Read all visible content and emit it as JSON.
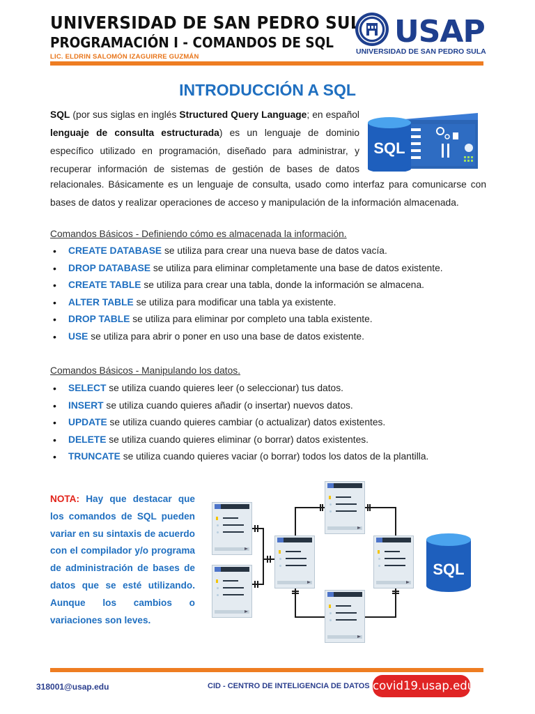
{
  "header": {
    "university": "UNIVERSIDAD DE SAN PEDRO SULA",
    "course": "PROGRAMACIÓN I - COMANDOS DE SQL",
    "author": "LIC. ELDRIN SALOMÓN IZAGUIRRE GUZMÁN",
    "logo_text": "USAP",
    "logo_subtitle": "UNIVERSIDAD DE SAN PEDRO SULA"
  },
  "title": "INTRODUCCIÓN A SQL",
  "intro": {
    "sql": "SQL",
    "p1": " (por sus siglas en inglés ",
    "structured": "Structured Query Language",
    "p2": "; en español ",
    "lenguaje": "lenguaje de consulta estructurada",
    "p3": ") es un lenguaje de dominio específico utilizado en programación, diseñado para administrar, y recuperar información de sistemas de gestión de bases de datos",
    "p4": "relacionales. Básicamente es un lenguaje de consulta, usado como interfaz para comunicarse con bases de datos y realizar operaciones de acceso y manipulación de la información almacenada."
  },
  "image_sql_label": "SQL",
  "section1": {
    "heading": "Comandos Básicos - Definiendo cómo es almacenada la información.",
    "items": [
      {
        "cmd": "CREATE DATABASE",
        "desc": " se utiliza para crear una nueva base de datos vacía."
      },
      {
        "cmd": "DROP DATABASE",
        "desc": " se utiliza para eliminar completamente una base de datos existente."
      },
      {
        "cmd": "CREATE TABLE",
        "desc": " se utiliza para crear una tabla, donde la información se almacena."
      },
      {
        "cmd": "ALTER TABLE",
        "desc": " se utiliza para modificar una tabla ya existente."
      },
      {
        "cmd": "DROP TABLE",
        "desc": " se utiliza para eliminar por completo una tabla existente."
      },
      {
        "cmd": "USE",
        "desc": " se utiliza para abrir o poner en uso una base de datos existente."
      }
    ]
  },
  "section2": {
    "heading": "Comandos Básicos - Manipulando los datos.",
    "items": [
      {
        "cmd": "SELECT",
        "desc": " se utiliza cuando quieres leer (o seleccionar) tus datos."
      },
      {
        "cmd": "INSERT",
        "desc": " se utiliza cuando quieres añadir (o insertar) nuevos datos."
      },
      {
        "cmd": "UPDATE",
        "desc": " se utiliza cuando quieres cambiar (o actualizar) datos existentes."
      },
      {
        "cmd": "DELETE",
        "desc": " se utiliza cuando quieres eliminar (o borrar) datos existentes."
      },
      {
        "cmd": "TRUNCATE",
        "desc": " se utiliza cuando quieres vaciar (o borrar) todos los datos de la plantilla."
      }
    ]
  },
  "nota": {
    "label": "NOTA:",
    "text": " Hay que destacar que los comandos de SQL pueden variar en su sintaxis de acuerdo con el compilador y/o programa de administración de bases de datos que se esté utilizando. Aunque los cambios o variaciones son leves."
  },
  "footer": {
    "email": "318001@usap.edu",
    "cid": "CID - CENTRO DE INTELIGENCIA DE DATOS",
    "covid": "covid19.usap.edu"
  },
  "colors": {
    "accent_orange": "#ee7d22",
    "command_blue": "#1f6fc0",
    "logo_navy": "#1e3f8e",
    "nota_red": "#e2231a",
    "covid_red": "#e02424"
  }
}
